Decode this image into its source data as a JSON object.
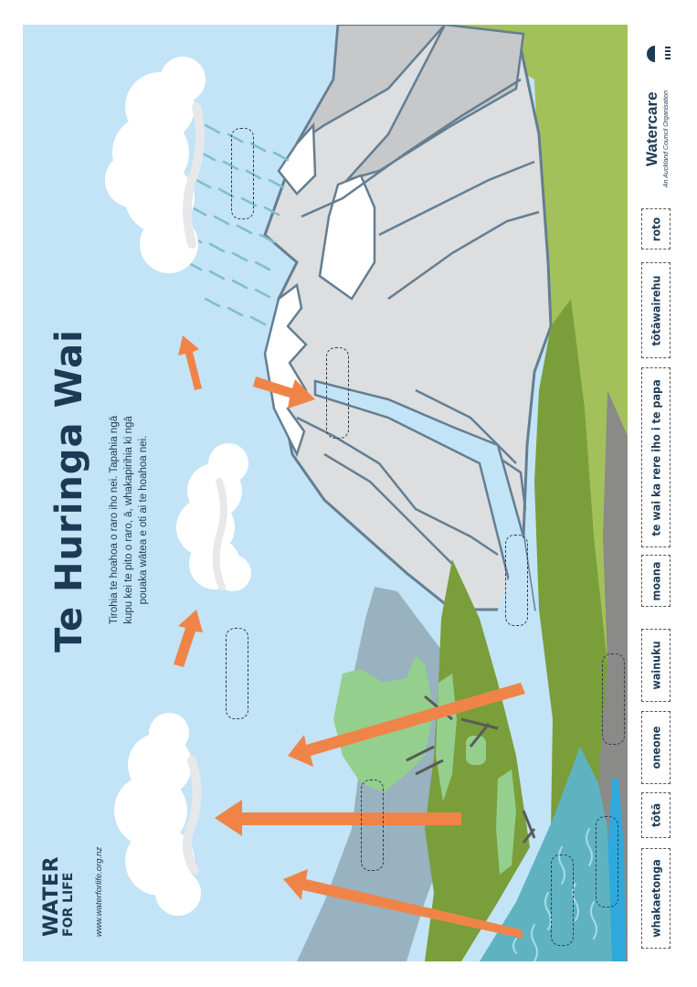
{
  "poster": {
    "title": "Te Huringa Wai",
    "instructions": [
      "Tirohia te hoahoa o raro iho nei. Tapahia ngā",
      "kupu kei te pito o raro, ā, whakapirihia ki ngā",
      "pouaka wātea e oti ai te hoahoa nei."
    ],
    "logo": {
      "line1": "WATER",
      "line2": "FOR LIFE",
      "url": "www.waterforlife.org.nz"
    },
    "sponsor": {
      "name": "Watercare",
      "tagline": "An Auckland Council Organisation",
      "icon": "watercare-emblem-icon"
    },
    "colors": {
      "sky": "#c3e3f7",
      "mountain": "#dcdedf",
      "mountain_dark": "#c6c8c9",
      "mountain_outline": "#647e92",
      "grass_light": "#a3c15a",
      "grass_dark": "#7a9e3a",
      "tree": "#94cf8e",
      "arrow": "#f08448",
      "sea": "#5fb3c1",
      "groundwater": "#2fa9dc",
      "rock": "#8a8a88",
      "hill_grey": "#98b2c0",
      "rain": "#7fbfca"
    }
  },
  "word_cards": [
    {
      "label": "roto"
    },
    {
      "label": "tōtāwairehu"
    },
    {
      "label": "te wai ka rere iho i te papa"
    },
    {
      "label": "moana"
    },
    {
      "label": "wainuku"
    },
    {
      "label": "oneone"
    },
    {
      "label": "tōtā"
    },
    {
      "label": "whakaetonga"
    }
  ],
  "diagram": {
    "blank_slots": 8,
    "arrows": [
      "evaporation-up-1",
      "evaporation-up-2",
      "runoff-arrow",
      "transpiration-1",
      "transpiration-2",
      "evaporation-sea"
    ]
  }
}
